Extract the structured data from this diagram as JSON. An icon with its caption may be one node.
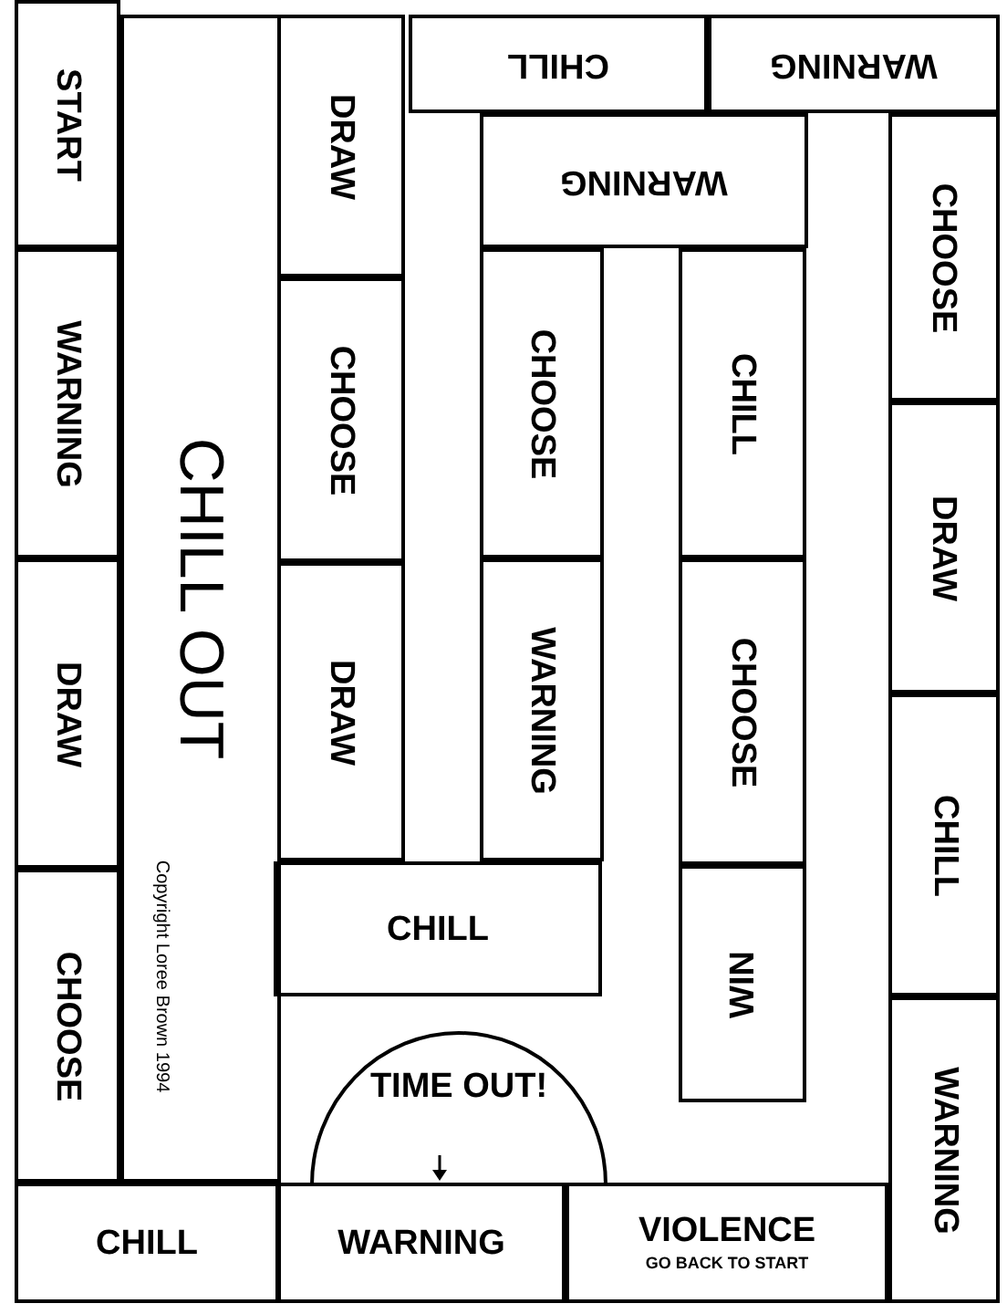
{
  "diagram": {
    "nodes": [
      {
        "text": [
          "START"
        ]
      },
      {
        "text": [
          "WARNING"
        ]
      },
      {
        "text": [
          "DRAW"
        ]
      },
      {
        "text": [
          "CHOOSE"
        ]
      },
      {
        "text": [
          "CHILL OUT"
        ]
      },
      {
        "text": [
          "DRAW"
        ]
      },
      {
        "text": [
          "CHOOSE"
        ]
      },
      {
        "text": [
          "DRAW"
        ]
      },
      {
        "text": [
          "CHILL"
        ]
      },
      {
        "text": [
          "CHILL"
        ]
      },
      {
        "text": [
          "WARNING"
        ]
      },
      {
        "text": [
          "WARNING"
        ]
      },
      {
        "text": [
          "CHOOSE"
        ]
      },
      {
        "text": [
          "WARNING"
        ]
      },
      {
        "text": [
          "CHILL"
        ]
      },
      {
        "text": [
          "CHOOSE"
        ]
      },
      {
        "text": [
          "WIN"
        ]
      },
      {
        "text": [
          "TIME OUT!"
        ]
      },
      {
        "text": [
          "CHOOSE"
        ]
      },
      {
        "text": [
          "DRAW"
        ]
      },
      {
        "text": [
          "CHILL"
        ]
      },
      {
        "text": [
          "WARNING"
        ]
      },
      {
        "text": [
          "CHILL"
        ]
      },
      {
        "text": [
          "WARNING"
        ]
      },
      {
        "text": [
          "VIOLENCE",
          "GO BACK TO START"
        ]
      }
    ],
    "labels": [
      "Copyright Loree Brown 1994"
    ]
  }
}
